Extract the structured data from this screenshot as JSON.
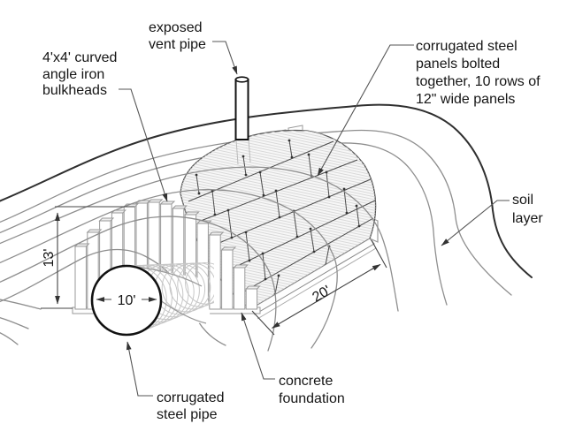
{
  "figure": {
    "title_hint": "cutaway diagram of buried corrugated steel shelter",
    "labels": {
      "vent_pipe": [
        "exposed",
        "vent pipe"
      ],
      "bulkheads": [
        "4'x4' curved",
        "angle iron",
        "bulkheads"
      ],
      "panels": [
        "corrugated steel",
        "panels bolted",
        "together, 10 rows of",
        "12\" wide panels"
      ],
      "soil": [
        "soil",
        "layer"
      ],
      "steel_pipe": [
        "corrugated",
        "steel pipe"
      ],
      "foundation": [
        "concrete",
        "foundation"
      ]
    },
    "dimensions": {
      "height": "13'",
      "pipe_diameter": "10'",
      "length": "20'"
    },
    "colors": {
      "ink": "#151515",
      "contour_gray": "#8e8e8e",
      "contour_dark": "#2f2f2f",
      "panel_fill": "#f7f7f7",
      "hatch": "#d9d9d9"
    }
  }
}
